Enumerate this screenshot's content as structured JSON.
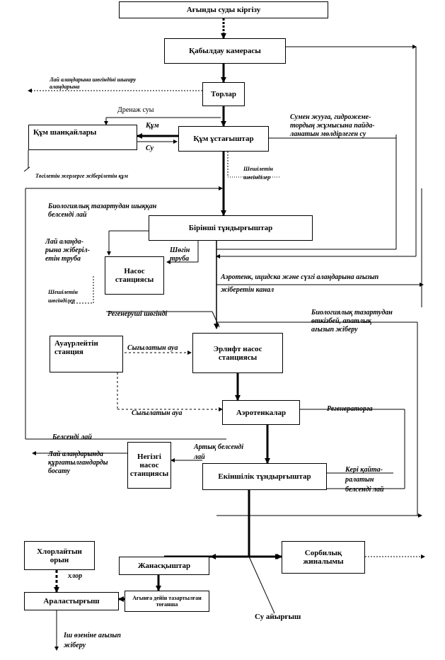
{
  "boxes": {
    "incoming": "Ағынды суды кіргізу",
    "receiving": "Қабылдау камерасы",
    "screens": "Торлар",
    "sand_traps": "Құм ұстағыштар",
    "sand_bunkers": "Құм шанқайлары",
    "primary_settlers": "Бірінші тұндырғыштар",
    "pump_station": "Насос станциясы",
    "air_blower": "Ауаүрлейтін станция",
    "airlift_pump": "Эрлифт насос станциясы",
    "aerotanks": "Аэротенкалар",
    "sludge_pump": "Негізгі насос станциясы",
    "secondary_settlers": "Екіншілік тұндырғыштар",
    "chlorinator": "Хлорлайтын орын",
    "mixer": "Араластырғыш",
    "contact_tanks": "Жанасқыштар",
    "contact_to_discharge": "Ағынға дейін тазартылған тоғанша",
    "absorption_fields": "Сорбилық жиналымы"
  },
  "labels": {
    "sludge_to_beds": "Лай алаңдарына шөгіндіні шығару",
    "sludge_to_beds2": "алаңдарына",
    "drainage_water": "Дренаж суы",
    "sand_word": "Құм",
    "water_word": "Су",
    "sand_to_disposal": "Төгілетін жерлерге жіберілетін құм",
    "wash_water_1": "Сумен жууға, гидрожеме-",
    "wash_water_2": "тордың жұмысына пайда-",
    "wash_water_3": "ланатын мөлдірлеген су",
    "floating_1": "Шешілетін",
    "floating_2": "шөгінділер",
    "bio_sludge_1": "Биологиялық тазартудан шыққан",
    "bio_sludge_2": "белсенді лай",
    "pipe_to_beds_1": "Лай алаңда-",
    "pipe_to_beds_2": "рына жіберіл-",
    "pipe_to_beds_3": "етін труба",
    "raw_pipe_1": "Шөгін",
    "raw_pipe_2": "труба",
    "floating2_1": "Шешілетін",
    "floating2_2": "шөгінділер",
    "bypass_1": "Аэротенк, ицидска және сүзгі алаңдарына ағызып",
    "bypass_2": "жіберетін канал",
    "return_sludge": "Регенеруші шөгінді",
    "bio_bypass_1": "Биологиялық тазартудан",
    "bio_bypass_2": "өткізбей, апатлық",
    "bio_bypass_3": "ағызып жіберу",
    "compressed_air_1": "Сығылатын ауа",
    "compressed_air_2": "Сығылатын ауа",
    "to_regenerator": "Регенераторға",
    "active_sludge": "Белсенді лай",
    "excess_1": "Артық белсенді",
    "excess_2": "лай",
    "sludge_beds_1": "Лай алаңдарында",
    "sludge_beds_2": "құрғатылғандарды",
    "sludge_beds_3": "босату",
    "return_1": "Кері қайта-",
    "return_2": "ралатын",
    "return_3": "белсенді лай",
    "chlorine": "хлор",
    "water_outlet": "Су айырғыш",
    "discharge_1": "Іш өзеніне ағызып",
    "discharge_2": "жіберу"
  }
}
